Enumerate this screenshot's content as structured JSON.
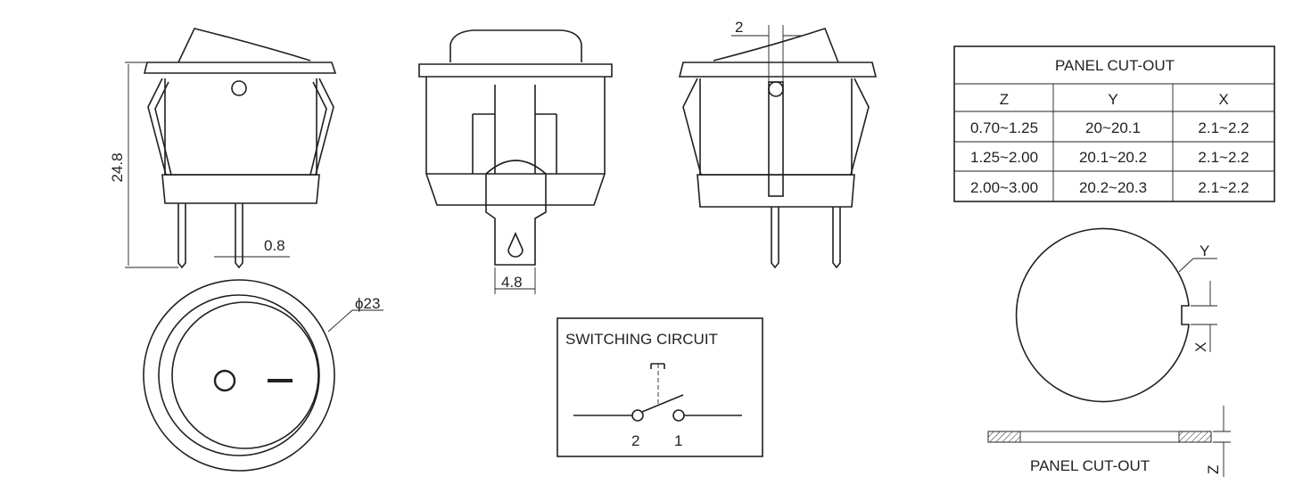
{
  "side_view": {
    "height_dim": "24.8",
    "pin_width_dim": "0.8"
  },
  "front_view": {
    "terminal_width_dim": "4.8"
  },
  "right_view": {
    "offset_dim": "2"
  },
  "top_view": {
    "diameter_dim": "ϕ23"
  },
  "panel_table": {
    "title": "PANEL CUT-OUT",
    "headers": [
      "Z",
      "Y",
      "X"
    ],
    "rows": [
      [
        "0.70~1.25",
        "20~20.1",
        "2.1~2.2"
      ],
      [
        "1.25~2.00",
        "20.1~20.2",
        "2.1~2.2"
      ],
      [
        "2.00~3.00",
        "20.2~20.3",
        "2.1~2.2"
      ]
    ]
  },
  "circuit": {
    "title": "SWITCHING CIRCUIT",
    "terminal_left": "2",
    "terminal_right": "1"
  },
  "cutout": {
    "label_y": "Y",
    "label_x": "X",
    "label_z": "Z",
    "caption": "PANEL CUT-OUT"
  }
}
